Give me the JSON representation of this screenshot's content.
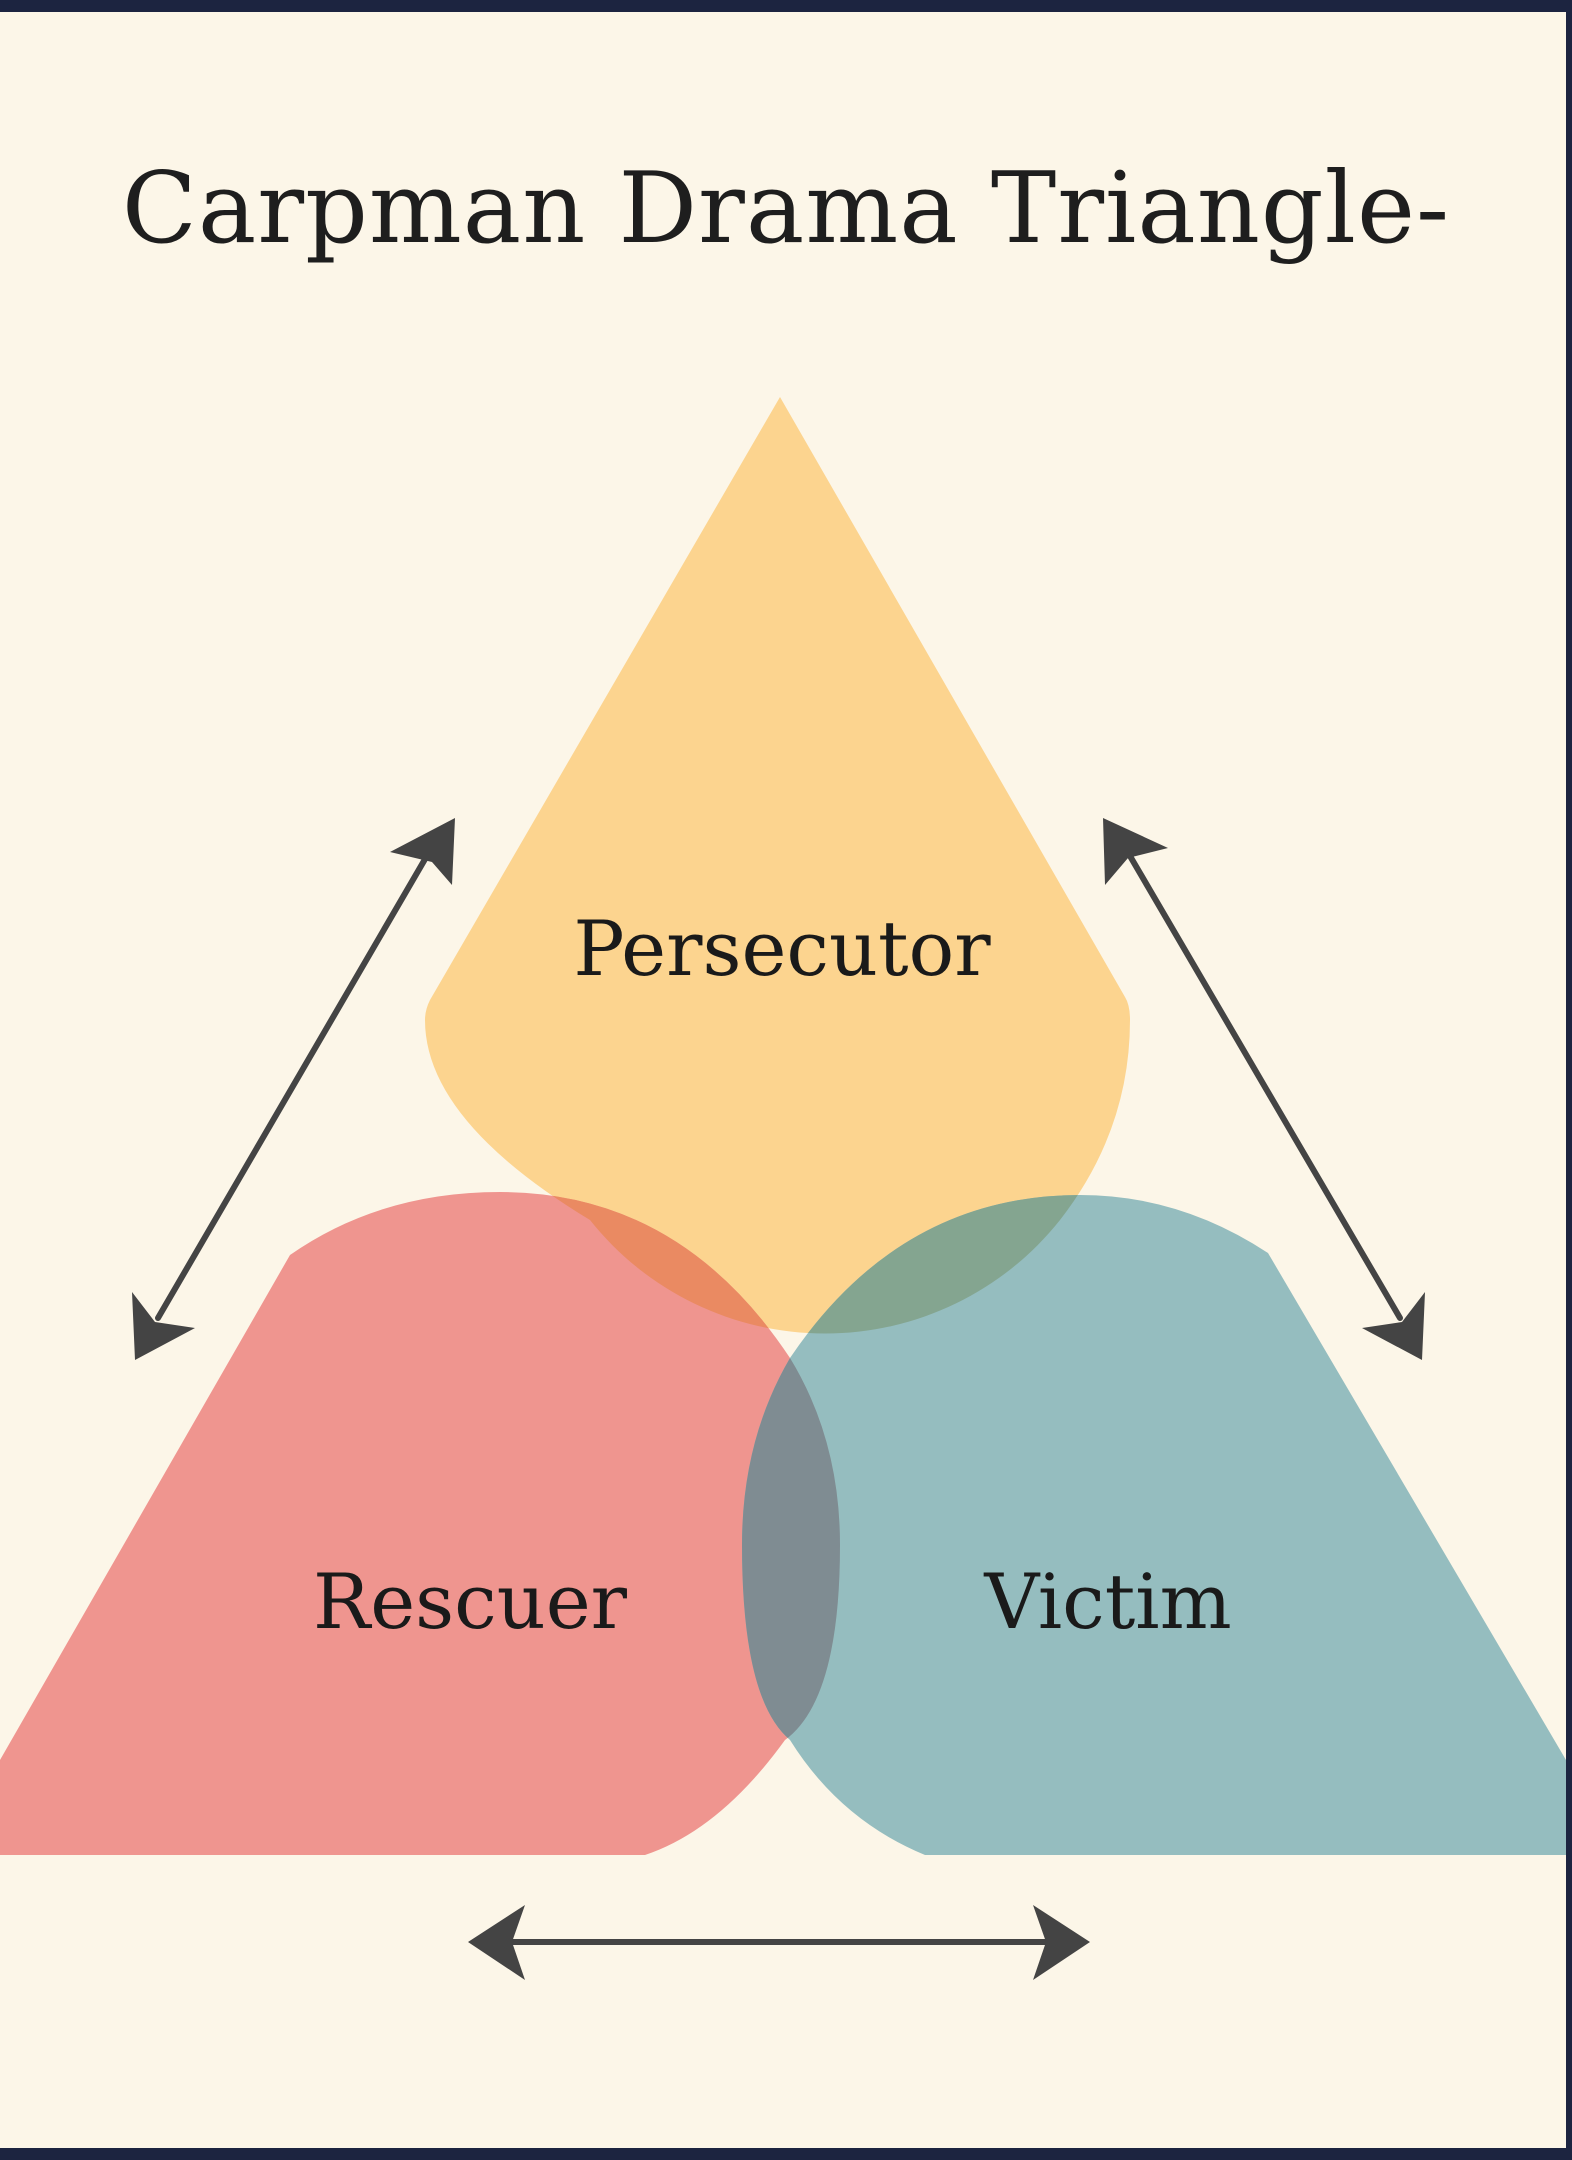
{
  "title": "Carpman Drama Triangle-",
  "roles": [
    {
      "id": "persecutor",
      "label": "Persecutor",
      "color": "#fcd48f"
    },
    {
      "id": "rescuer",
      "label": "Rescuer",
      "color": "#ee8f8a"
    },
    {
      "id": "victim",
      "label": "Victim",
      "color": "#8fb9bd"
    }
  ],
  "colors": {
    "background": "#fcf6e8",
    "frame": "#1c2440",
    "arrow": "#444444",
    "overlap_persecutor_rescuer": "#ea8a62",
    "overlap_persecutor_victim": "#84a590",
    "overlap_rescuer_victim": "#7f8c92"
  }
}
